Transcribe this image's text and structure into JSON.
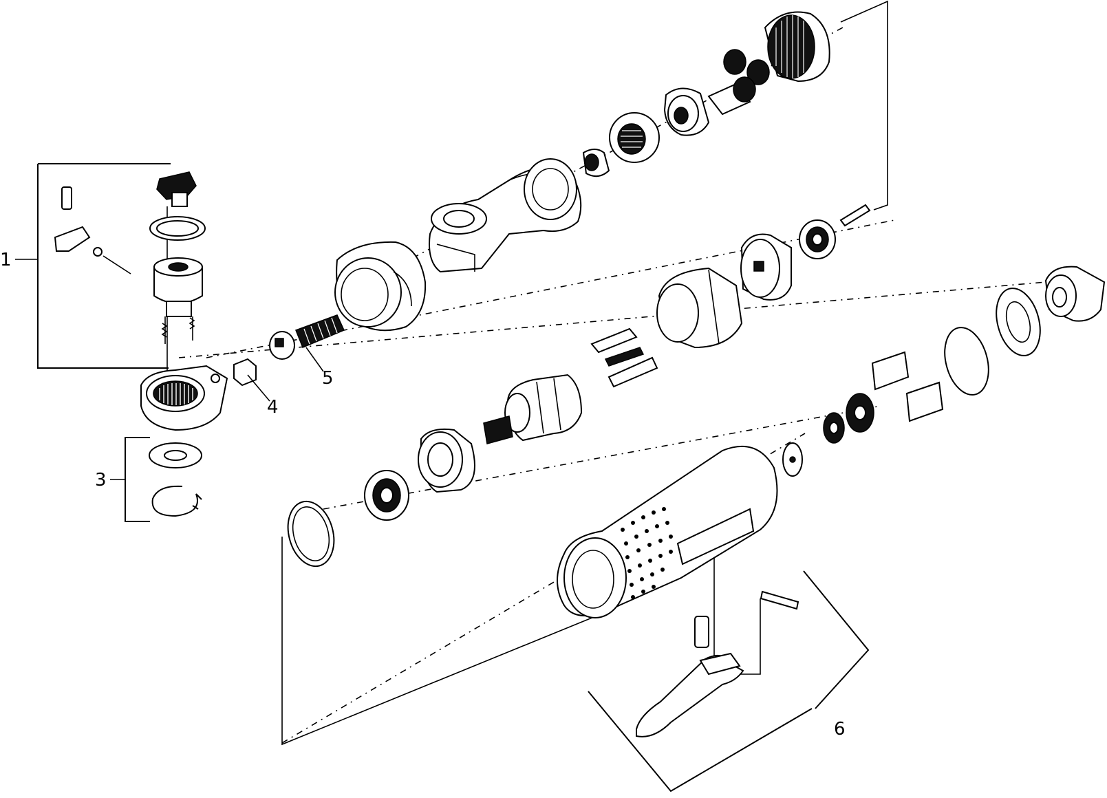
{
  "diagram": {
    "callouts": [
      {
        "id": "1",
        "label": "1"
      },
      {
        "id": "3",
        "label": "3"
      },
      {
        "id": "4",
        "label": "4"
      },
      {
        "id": "5",
        "label": "5"
      },
      {
        "id": "6",
        "label": "6"
      }
    ],
    "colors": {
      "line": "#000000",
      "background": "#ffffff",
      "dark_fill": "#111111"
    }
  }
}
